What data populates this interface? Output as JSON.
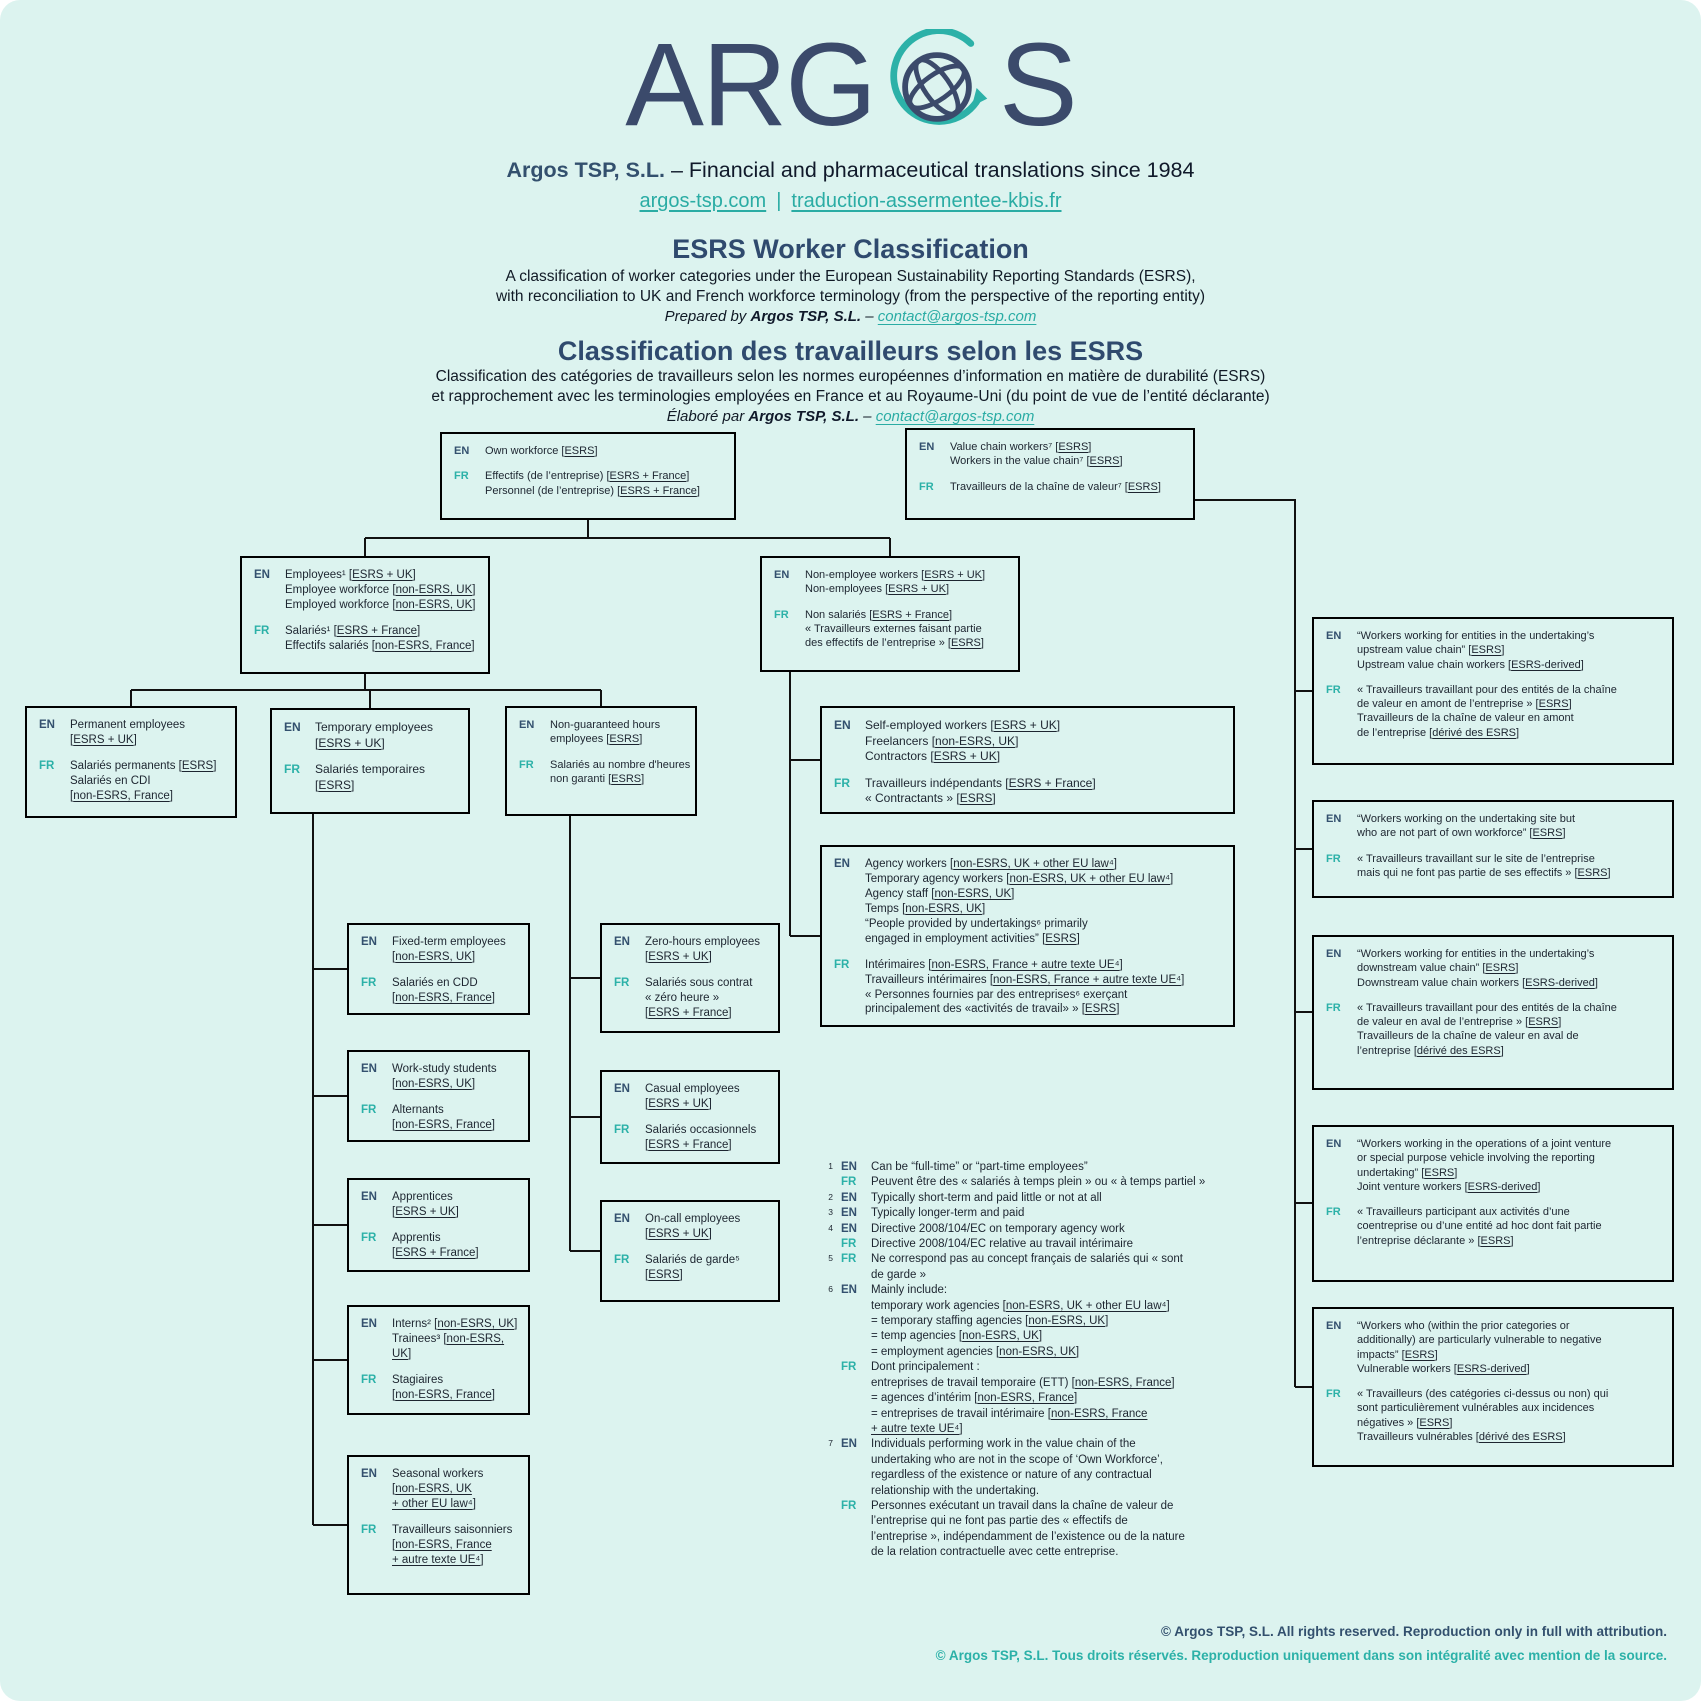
{
  "logo": {
    "text_left": "ARG",
    "text_right": "S",
    "globe_icon": "globe-with-teal-orbit-arrow"
  },
  "header": {
    "company_bold": "Argos TSP, S.L.",
    "company_rest": " – Financial and pharmaceutical translations since 1984",
    "link1": "argos-tsp.com",
    "link_sep": "|",
    "link2": "traduction-assermentee-kbis.fr"
  },
  "title_en": {
    "title": "ESRS Worker Classification",
    "sub1": "A classification of worker categories under the European Sustainability Reporting Standards (ESRS),",
    "sub2": "with reconciliation to UK and French workforce terminology (from the perspective of the reporting entity)",
    "prepared_prefix": "Prepared by ",
    "prepared_company": "Argos TSP, S.L.",
    "prepared_sep": " – ",
    "prepared_email": "contact@argos-tsp.com"
  },
  "title_fr": {
    "title": "Classification des travailleurs selon les ESRS",
    "sub1": "Classification des catégories de travailleurs selon les normes européennes d’information en matière de durabilité (ESRS)",
    "sub2": "et rapprochement avec les terminologies employées en France et au Royaume-Uni (du point de vue de l’entité déclarante)",
    "prepared_prefix": "Élaboré par ",
    "prepared_company": "Argos TSP, S.L.",
    "prepared_sep": " – ",
    "prepared_email": "contact@argos-tsp.com"
  },
  "labels": {
    "en": "EN",
    "fr": "FR"
  },
  "boxes": [
    {
      "id": "own-workforce",
      "en": [
        "Own workforce [ESRS]"
      ],
      "fr": [
        "Effectifs (de l’entreprise) [ESRS + France]",
        "Personnel (de l’entreprise) [ESRS + France]"
      ]
    },
    {
      "id": "value-chain-workers",
      "en": [
        "Value chain workers⁷ [ESRS]",
        "Workers in the value chain⁷ [ESRS]"
      ],
      "fr": [
        "Travailleurs de la chaîne de valeur⁷ [ESRS]"
      ]
    },
    {
      "id": "employees",
      "en": [
        "Employees¹ [ESRS + UK]",
        "Employee workforce [non-ESRS, UK]",
        "Employed workforce [non-ESRS, UK]"
      ],
      "fr": [
        "Salariés¹ [ESRS + France]",
        "Effectifs salariés [non-ESRS, France]"
      ]
    },
    {
      "id": "non-employee-workers",
      "en": [
        "Non-employee workers [ESRS + UK]",
        "Non-employees [ESRS + UK]"
      ],
      "fr": [
        "Non salariés [ESRS + France]",
        "« Travailleurs externes faisant partie",
        "des effectifs de l’entreprise » [ESRS]"
      ]
    },
    {
      "id": "permanent-employees",
      "en": [
        "Permanent employees",
        "[ESRS + UK]"
      ],
      "fr": [
        "Salariés permanents [ESRS]",
        "Salariés en CDI",
        "[non-ESRS, France]"
      ]
    },
    {
      "id": "temporary-employees",
      "en": [
        "Temporary employees",
        "[ESRS + UK]"
      ],
      "fr": [
        "Salariés temporaires",
        "[ESRS]"
      ]
    },
    {
      "id": "non-guaranteed-hours",
      "en": [
        "Non-guaranteed hours",
        "employees [ESRS]"
      ],
      "fr": [
        "Salariés au nombre d'heures",
        "non garanti [ESRS]"
      ]
    },
    {
      "id": "self-employed",
      "en": [
        "Self-employed workers [ESRS + UK]",
        "Freelancers [non-ESRS, UK]",
        "Contractors [ESRS + UK]"
      ],
      "fr": [
        "Travailleurs indépendants [ESRS + France]",
        "« Contractants » [ESRS]"
      ]
    },
    {
      "id": "agency-workers",
      "en": [
        "Agency workers [non-ESRS, UK + other EU law⁴]",
        "Temporary agency workers [non-ESRS, UK + other EU law⁴]",
        "Agency staff [non-ESRS, UK]",
        "Temps [non-ESRS, UK]",
        "“People provided by undertakings⁶ primarily",
        "engaged in employment activities” [ESRS]"
      ],
      "fr": [
        "Intérimaires [non-ESRS, France + autre texte UE⁴]",
        "Travailleurs intérimaires [non-ESRS, France + autre texte UE⁴]",
        "« Personnes fournies par des entreprises⁶ exerçant",
        "principalement des «activités de travail» » [ESRS]"
      ]
    },
    {
      "id": "fixed-term",
      "en": [
        "Fixed-term employees",
        "[non-ESRS, UK]"
      ],
      "fr": [
        "Salariés en CDD",
        "[non-ESRS, France]"
      ]
    },
    {
      "id": "work-study",
      "en": [
        "Work-study students",
        "[non-ESRS, UK]"
      ],
      "fr": [
        "Alternants",
        "[non-ESRS, France]"
      ]
    },
    {
      "id": "apprentices",
      "en": [
        "Apprentices",
        "[ESRS + UK]"
      ],
      "fr": [
        "Apprentis",
        "[ESRS + France]"
      ]
    },
    {
      "id": "interns",
      "en": [
        "Interns² [non-ESRS, UK]",
        "Trainees³ [non-ESRS,",
        "UK]"
      ],
      "fr": [
        "Stagiaires",
        "[non-ESRS, France]"
      ]
    },
    {
      "id": "seasonal",
      "en": [
        "Seasonal workers",
        "[non-ESRS, UK",
        "+ other EU law⁴]"
      ],
      "fr": [
        "Travailleurs saisonniers",
        "[non-ESRS, France",
        "+ autre texte UE⁴]"
      ]
    },
    {
      "id": "zero-hours",
      "en": [
        "Zero-hours employees",
        "[ESRS + UK]"
      ],
      "fr": [
        "Salariés sous contrat",
        "« zéro heure »",
        "[ESRS + France]"
      ]
    },
    {
      "id": "casual",
      "en": [
        "Casual employees",
        "[ESRS + UK]"
      ],
      "fr": [
        "Salariés occasionnels",
        "[ESRS + France]"
      ]
    },
    {
      "id": "on-call",
      "en": [
        "On-call employees",
        "[ESRS + UK]"
      ],
      "fr": [
        "Salariés de garde⁵",
        "[ESRS]"
      ]
    },
    {
      "id": "upstream-value-chain",
      "en": [
        "“Workers working for entities in the undertaking’s",
        "upstream value chain” [ESRS]",
        "Upstream value chain workers [ESRS-derived]"
      ],
      "fr": [
        "« Travailleurs travaillant pour des entités de la chaîne",
        "de valeur en amont de l’entreprise » [ESRS]",
        "Travailleurs de la chaîne de valeur en amont",
        "de l’entreprise [dérivé des ESRS]"
      ]
    },
    {
      "id": "on-site-workers",
      "en": [
        "“Workers working on the undertaking site but",
        "who are not part of own workforce” [ESRS]"
      ],
      "fr": [
        "« Travailleurs travaillant sur le site de l’entreprise",
        "mais qui ne font pas partie de ses effectifs » [ESRS]"
      ]
    },
    {
      "id": "downstream-value-chain",
      "en": [
        "“Workers working for entities in the undertaking’s",
        "downstream value chain” [ESRS]",
        "Downstream value chain workers [ESRS-derived]"
      ],
      "fr": [
        "« Travailleurs travaillant pour des entités de la chaîne",
        "de valeur en aval de l’entreprise » [ESRS]",
        "Travailleurs de la chaîne de valeur en aval de",
        "l’entreprise [dérivé des ESRS]"
      ]
    },
    {
      "id": "joint-venture",
      "en": [
        "“Workers working in the operations of a joint venture",
        "or special purpose vehicle involving the reporting",
        "undertaking” [ESRS]",
        "Joint venture workers [ESRS-derived]"
      ],
      "fr": [
        "« Travailleurs participant aux activités d’une",
        "coentreprise ou d’une entité ad hoc dont fait partie",
        "l’entreprise déclarante » [ESRS]"
      ]
    },
    {
      "id": "vulnerable-workers",
      "en": [
        "“Workers who (within the prior categories or",
        "additionally) are particularly vulnerable to negative",
        "impacts” [ESRS]",
        "Vulnerable workers [ESRS-derived]"
      ],
      "fr": [
        "« Travailleurs (des catégories ci-dessus ou non) qui",
        "sont particulièrement vulnérables aux incidences",
        "négatives » [ESRS]",
        "Travailleurs vulnérables [dérivé des ESRS]"
      ]
    }
  ],
  "footnotes": [
    {
      "num": "1",
      "rows": [
        {
          "lang": "EN",
          "lines": [
            "Can be “full-time” or “part-time employees”"
          ]
        },
        {
          "lang": "FR",
          "lines": [
            "Peuvent être des « salariés à temps plein » ou « à temps partiel »"
          ]
        }
      ]
    },
    {
      "num": "2",
      "rows": [
        {
          "lang": "EN",
          "lines": [
            "Typically short-term and paid little or not at all"
          ]
        }
      ]
    },
    {
      "num": "3",
      "rows": [
        {
          "lang": "EN",
          "lines": [
            "Typically longer-term and paid"
          ]
        }
      ]
    },
    {
      "num": "4",
      "rows": [
        {
          "lang": "EN",
          "lines": [
            "Directive 2008/104/EC on temporary agency work"
          ]
        },
        {
          "lang": "FR",
          "lines": [
            "Directive 2008/104/EC relative au travail intérimaire"
          ]
        }
      ]
    },
    {
      "num": "5",
      "rows": [
        {
          "lang": "FR",
          "lines": [
            "Ne correspond pas au concept français de salariés qui « sont",
            "de garde »"
          ]
        }
      ]
    },
    {
      "num": "6",
      "rows": [
        {
          "lang": "EN",
          "lines": [
            "Mainly include:",
            "temporary work agencies [non-ESRS, UK + other EU law⁴]",
            "= temporary staffing agencies [non-ESRS, UK]",
            "= temp agencies [non-ESRS, UK]",
            "= employment agencies [non-ESRS, UK]"
          ]
        },
        {
          "lang": "FR",
          "lines": [
            "Dont principalement :",
            "entreprises de travail temporaire (ETT) [non-ESRS, France]",
            "= agences d’intérim [non-ESRS, France]",
            "= entreprises de travail intérimaire [non-ESRS, France",
            "+ autre texte UE⁴]"
          ]
        }
      ]
    },
    {
      "num": "7",
      "rows": [
        {
          "lang": "EN",
          "lines": [
            "Individuals performing work in the value chain of the",
            "undertaking who are not in the scope of ‘Own Workforce’,",
            "regardless of the existence or nature of any contractual",
            "relationship with the undertaking."
          ]
        },
        {
          "lang": "FR",
          "lines": [
            "Personnes exécutant un travail dans la chaîne de valeur de",
            "l’entreprise qui ne font pas partie des « effectifs de",
            "l’entreprise », indépendamment de l’existence ou de la nature",
            "de la relation contractuelle avec cette entreprise."
          ]
        }
      ]
    }
  ],
  "footer": {
    "en": "© Argos TSP, S.L. All rights reserved. Reproduction only in full with attribution.",
    "fr": "© Argos TSP, S.L. Tous droits réservés. Reproduction uniquement dans son intégralité avec mention de la source."
  },
  "colors": {
    "background": "#dcf3ef",
    "navy": "#33506e",
    "teal": "#2cb1a8",
    "text": "#1d2530",
    "line": "#111111"
  }
}
